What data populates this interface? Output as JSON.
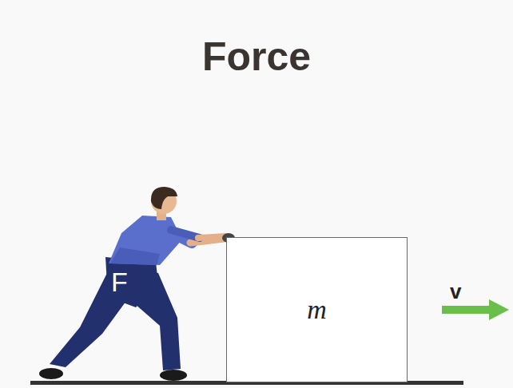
{
  "diagram": {
    "title": "Force",
    "nodes": [
      {
        "text": [
          "m"
        ]
      }
    ],
    "labels": [
      "F",
      "v"
    ]
  }
}
